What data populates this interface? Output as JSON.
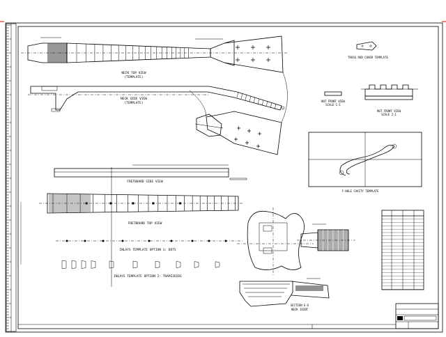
{
  "views": {
    "neck_top": "NECK TOP VIEW",
    "neck_top_sub": "(TEMPLATE)",
    "neck_side": "NECK SIDE VIEW",
    "neck_side_sub": "(TEMPLATE)",
    "truss_rod": "TRUSS ROD COVER TEMPLATE",
    "nut_front": "NUT FRONT VIEW",
    "nut_front_scale": "SCALE 1:1",
    "nut_front2": "NUT FRONT VIEW",
    "nut_front2_scale": "SCALE 2:1",
    "fhole": "F-HOLE CAVITY TEMPLATE",
    "fb_side": "FRETBOARD SIDE VIEW",
    "fb_top": "FRETBOARD TOP VIEW",
    "inlays1": "INLAYS TEMPLATE OPTION 1: DOTS",
    "inlays2": "INLAYS TEMPLATE OPTION 2: TRAPEZOIDS",
    "section": "SECTION E-E",
    "section_sub": "NECK JOINT"
  },
  "colors": {
    "line": "#000000",
    "border_mark": "#cc0000"
  }
}
